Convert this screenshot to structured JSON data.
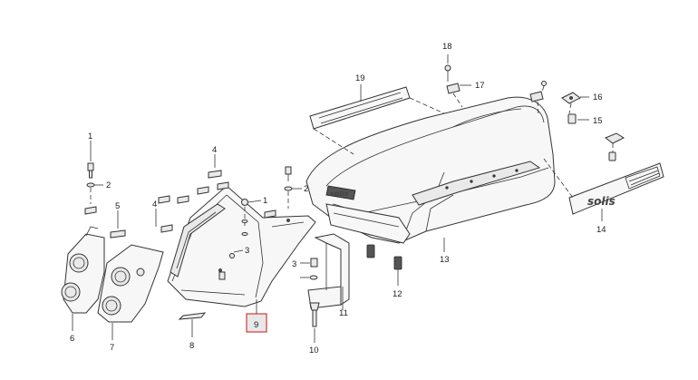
{
  "diagram": {
    "callouts": {
      "c1a": "1",
      "c2a": "2",
      "c1b": "1",
      "c2b": "2",
      "c3a": "3",
      "c4a": "4",
      "c4b": "4",
      "c5": "5",
      "c6": "6",
      "c7": "7",
      "c8": "8",
      "c9": "9",
      "c3b": "3",
      "c10": "10",
      "c11": "11",
      "c12": "12",
      "c13": "13",
      "c14": "14",
      "c15": "15",
      "c16": "16",
      "c17": "17",
      "c18": "18",
      "c19": "19"
    },
    "highlighted_part": "9",
    "brand_text": "solis"
  }
}
